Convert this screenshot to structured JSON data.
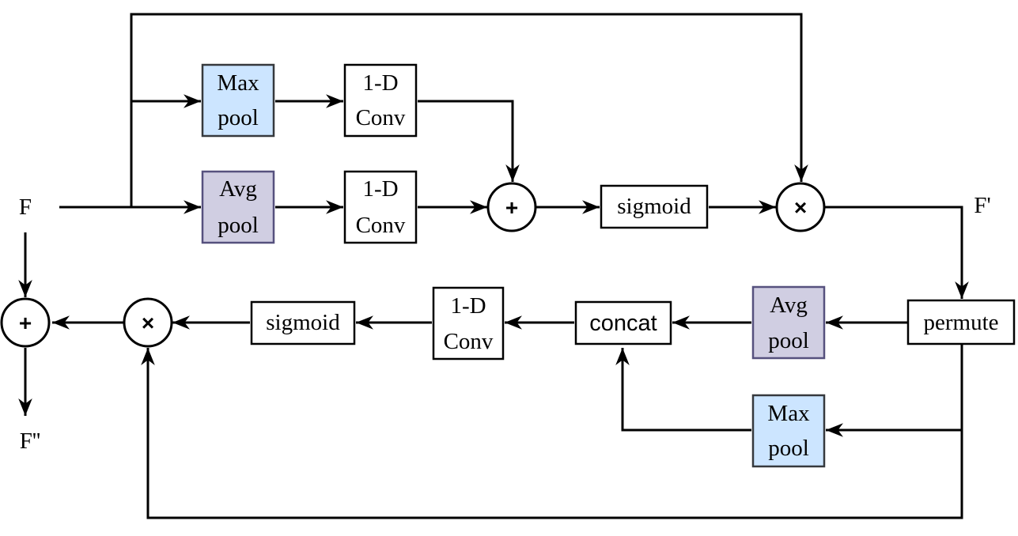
{
  "colors": {
    "max_pool_fill": "#cce5ff",
    "max_pool_stroke": "#36393d",
    "avg_pool_fill": "#d0cee2",
    "avg_pool_stroke": "#56517e",
    "plain_fill": "#ffffff",
    "line": "#000000"
  },
  "labels": {
    "input": "F",
    "intermediate": "F'",
    "output": "F''"
  },
  "blocks": {
    "top_max_pool": [
      "Max",
      "pool"
    ],
    "top_avg_pool": [
      "Avg",
      "pool"
    ],
    "top_conv_upper": [
      "1-D",
      "Conv"
    ],
    "top_conv_lower": [
      "1-D",
      "Conv"
    ],
    "top_sigmoid": "sigmoid",
    "permute": "permute",
    "bottom_avg_pool": [
      "Avg",
      "pool"
    ],
    "bottom_max_pool": [
      "Max",
      "pool"
    ],
    "concat": "concat",
    "bottom_conv": [
      "1-D",
      "Conv"
    ],
    "bottom_sigmoid": "sigmoid"
  },
  "operators": {
    "top_add": "+",
    "top_multiply": "×",
    "bottom_multiply": "×",
    "final_add": "+"
  }
}
